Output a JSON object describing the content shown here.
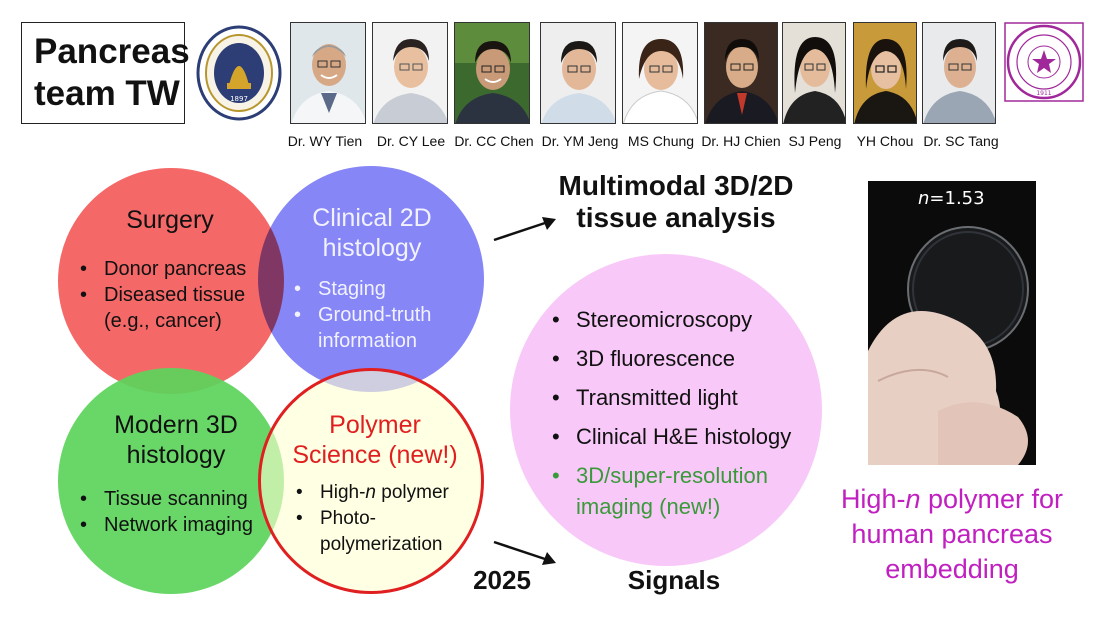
{
  "title": {
    "line1": "Pancreas",
    "line2": "team TW"
  },
  "logos": {
    "left": {
      "name": "ntu-college-of-medicine-seal",
      "year": "1897",
      "color": "#2c3e75"
    },
    "right": {
      "name": "tsinghua-university-seal",
      "year": "1911",
      "color": "#a0289a"
    }
  },
  "members": [
    {
      "name": "Dr. WY Tien"
    },
    {
      "name": "Dr. CY Lee"
    },
    {
      "name": "Dr. CC Chen"
    },
    {
      "name": "Dr. YM Jeng"
    },
    {
      "name": "MS Chung"
    },
    {
      "name": "Dr. HJ Chien"
    },
    {
      "name": "SJ Peng"
    },
    {
      "name": "YH Chou"
    },
    {
      "name": "Dr. SC Tang"
    }
  ],
  "venn": {
    "surgery": {
      "title": "Surgery",
      "items": [
        "Donor pancreas",
        "Diseased tissue",
        "(e.g., cancer)"
      ],
      "color": "#f46060"
    },
    "clinical": {
      "title1": "Clinical 2D",
      "title2": "histology",
      "items": [
        "Staging",
        "Ground-truth",
        "information"
      ],
      "color": "#6464f4"
    },
    "modern": {
      "title1": "Modern 3D",
      "title2": "histology",
      "items": [
        "Tissue scanning",
        "Network imaging"
      ],
      "color": "#5cd45c"
    },
    "polymer": {
      "title1": "Polymer",
      "title2": "Science (new!)",
      "items": [
        "High-",
        "n",
        " polymer",
        "Photo-",
        "polymerization"
      ],
      "color": "#e02020"
    }
  },
  "multimodal": {
    "heading1": "Multimodal 3D/2D",
    "heading2": "tissue analysis",
    "items": [
      "Stereomicroscopy",
      "3D fluorescence",
      "Transmitted light",
      "Clinical H&E histology"
    ],
    "new_item1": "3D/super-resolution",
    "new_item2": "imaging (new!)",
    "color": "#f8c8f8",
    "new_color": "#3a9a3a"
  },
  "year": "2025",
  "signals": "Signals",
  "photo": {
    "n_symbol": "n",
    "n_value": "=1.53"
  },
  "caption": {
    "part1": "High-",
    "italic": "n",
    "part2": " polymer for",
    "line2": "human pancreas",
    "line3": "embedding"
  }
}
